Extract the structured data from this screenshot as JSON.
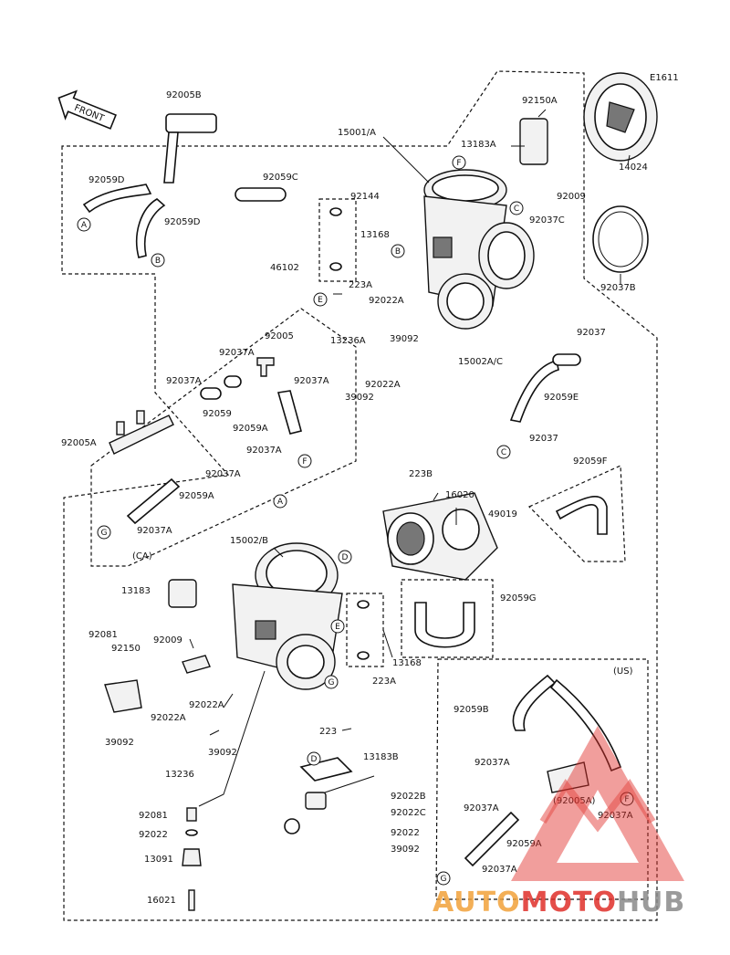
{
  "diagram_code": "E1611",
  "front_label": "FRONT",
  "region_us": "(US)",
  "region_ca": "(CA)",
  "watermark": {
    "part1": "AUTO",
    "part2": "MOTO",
    "part3": "HUB",
    "color_red": "#e0302a",
    "color_orange": "#f2a23a",
    "color_gray": "#8a8a8a"
  },
  "labels": [
    {
      "id": "l1",
      "text": "92005B"
    },
    {
      "id": "l2",
      "text": "15001/A"
    },
    {
      "id": "l3",
      "text": "92150A"
    },
    {
      "id": "l4",
      "text": "13183A"
    },
    {
      "id": "l5",
      "text": "92059D"
    },
    {
      "id": "l6",
      "text": "92059C"
    },
    {
      "id": "l7",
      "text": "92144"
    },
    {
      "id": "l8",
      "text": "92059D"
    },
    {
      "id": "l9",
      "text": "13168"
    },
    {
      "id": "l10",
      "text": "46102"
    },
    {
      "id": "l11",
      "text": "223A"
    },
    {
      "id": "l12",
      "text": "92022A"
    },
    {
      "id": "l13",
      "text": "92009"
    },
    {
      "id": "l14",
      "text": "92037C"
    },
    {
      "id": "l15",
      "text": "14024"
    },
    {
      "id": "l16",
      "text": "92037B"
    },
    {
      "id": "l17",
      "text": "13236A"
    },
    {
      "id": "l18",
      "text": "39092"
    },
    {
      "id": "l19",
      "text": "15002A/C"
    },
    {
      "id": "l20",
      "text": "92005"
    },
    {
      "id": "l21",
      "text": "92037A"
    },
    {
      "id": "l22",
      "text": "92037A"
    },
    {
      "id": "l23",
      "text": "92037A"
    },
    {
      "id": "l24",
      "text": "92022A"
    },
    {
      "id": "l25",
      "text": "39092"
    },
    {
      "id": "l26",
      "text": "92059"
    },
    {
      "id": "l27",
      "text": "92059A"
    },
    {
      "id": "l28",
      "text": "92037"
    },
    {
      "id": "l29",
      "text": "92059E"
    },
    {
      "id": "l30",
      "text": "92037"
    },
    {
      "id": "l31",
      "text": "92005A"
    },
    {
      "id": "l32",
      "text": "92037A"
    },
    {
      "id": "l33",
      "text": "92037A"
    },
    {
      "id": "l34",
      "text": "92059A"
    },
    {
      "id": "l35",
      "text": "92037A"
    },
    {
      "id": "l36",
      "text": "223B"
    },
    {
      "id": "l37",
      "text": "16020"
    },
    {
      "id": "l38",
      "text": "49019"
    },
    {
      "id": "l39",
      "text": "92059F"
    },
    {
      "id": "l40",
      "text": "15002/B"
    },
    {
      "id": "l41",
      "text": "13183"
    },
    {
      "id": "l42",
      "text": "92059G"
    },
    {
      "id": "l43",
      "text": "92009"
    },
    {
      "id": "l44",
      "text": "92081"
    },
    {
      "id": "l45",
      "text": "92150"
    },
    {
      "id": "l46",
      "text": "13168"
    },
    {
      "id": "l47",
      "text": "223A"
    },
    {
      "id": "l48",
      "text": "92022A"
    },
    {
      "id": "l49",
      "text": "92022A"
    },
    {
      "id": "l50",
      "text": "39092"
    },
    {
      "id": "l51",
      "text": "39092"
    },
    {
      "id": "l52",
      "text": "13236"
    },
    {
      "id": "l53",
      "text": "223"
    },
    {
      "id": "l54",
      "text": "13183B"
    },
    {
      "id": "l55",
      "text": "92081"
    },
    {
      "id": "l56",
      "text": "92022"
    },
    {
      "id": "l57",
      "text": "13091"
    },
    {
      "id": "l58",
      "text": "16021"
    },
    {
      "id": "l59",
      "text": "92022B"
    },
    {
      "id": "l60",
      "text": "92022C"
    },
    {
      "id": "l61",
      "text": "92022"
    },
    {
      "id": "l62",
      "text": "39092"
    },
    {
      "id": "l63",
      "text": "92059B"
    },
    {
      "id": "l64",
      "text": "92037A"
    },
    {
      "id": "l65",
      "text": "(92005A)"
    },
    {
      "id": "l66",
      "text": "92037A"
    },
    {
      "id": "l67",
      "text": "92059A"
    },
    {
      "id": "l68",
      "text": "92037A"
    },
    {
      "id": "l69",
      "text": "92037A"
    }
  ],
  "callouts": [
    {
      "id": "c1",
      "letter": "A"
    },
    {
      "id": "c2",
      "letter": "B"
    },
    {
      "id": "c3",
      "letter": "E"
    },
    {
      "id": "c4",
      "letter": "F"
    },
    {
      "id": "c5",
      "letter": "C"
    },
    {
      "id": "c6",
      "letter": "B"
    },
    {
      "id": "c7",
      "letter": "F"
    },
    {
      "id": "c8",
      "letter": "C"
    },
    {
      "id": "c9",
      "letter": "G"
    },
    {
      "id": "c10",
      "letter": "A"
    },
    {
      "id": "c11",
      "letter": "D"
    },
    {
      "id": "c12",
      "letter": "E"
    },
    {
      "id": "c13",
      "letter": "G"
    },
    {
      "id": "c14",
      "letter": "D"
    },
    {
      "id": "c15",
      "letter": "F"
    },
    {
      "id": "c16",
      "letter": "G"
    }
  ]
}
